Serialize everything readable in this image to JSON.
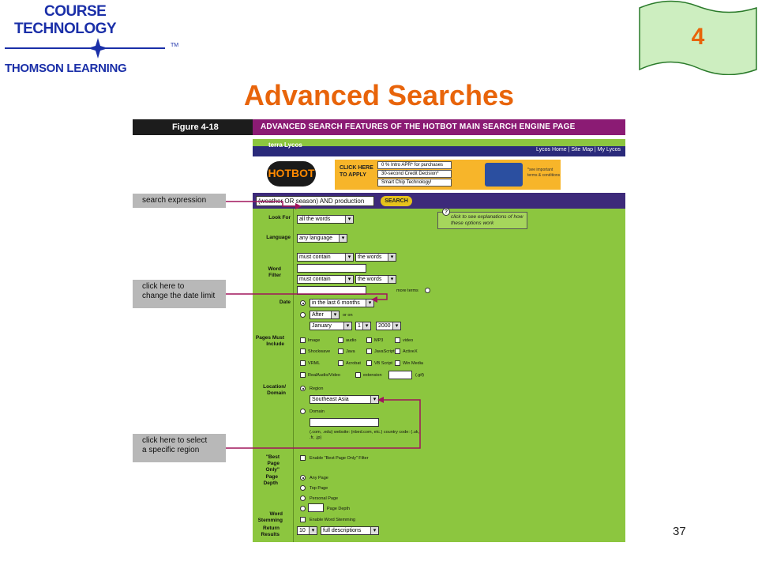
{
  "logo": {
    "line1": "COURSE",
    "line2": "TECHNOLOGY",
    "tm": "TM",
    "line3": "THOMSON LEARNING"
  },
  "chapter": "4",
  "slide_title": "Advanced Searches",
  "slide_number": "37",
  "figure": {
    "label": "Figure 4-18",
    "caption": "ADVANCED SEARCH  FEATURES OF THE HOTBOT MAIN SEARCH ENGINE PAGE"
  },
  "site": {
    "terra": "terra Lycos",
    "nav": "Lycos Home | Site Map | My Lycos",
    "hotbot": "HOTBOT",
    "ad": {
      "apply": "CLICK HERE\nTO APPLY",
      "options": [
        "0 % Intro APR* for purchases",
        "30-second Credit Decision*",
        "Smart Chip Technology!"
      ],
      "note": "*see important terms & conditions"
    },
    "search_value": "(weather OR season) AND production",
    "search_button": "SEARCH",
    "tip": "click to see explanations of how these options work",
    "labels": {
      "look_for": "Look For",
      "language": "Language",
      "word_filter": "Word Filter",
      "date": "Date",
      "pages_must_include": "Pages Must Include",
      "location_domain": "Location/ Domain",
      "best_page_only": "\"Best Page Only\"",
      "page_depth": "Page Depth",
      "word_stemming": "Word Stemming",
      "return_results": "Return Results"
    },
    "look_for_value": "all the words",
    "language_value": "any language",
    "word_filter": {
      "must_contain_1": "must contain",
      "the_words_1": "the words",
      "must_contain_2": "must contain",
      "the_words_2": "the words",
      "more_terms": "more terms"
    },
    "date": {
      "within": "in the last 6 months",
      "after": "After",
      "or_on": "or on",
      "month": "January",
      "day": "1",
      "year": "2000"
    },
    "include": [
      "Image",
      "audio",
      "MP3",
      "video",
      "Shockwave",
      "Java",
      "JavaScript",
      "ActiveX",
      "VRML",
      "Acrobat",
      "VB Script",
      "Win Media",
      "RealAudio/Video",
      "extension",
      "(.gif)"
    ],
    "location": {
      "region": "Region",
      "region_value": "Southeast Asia",
      "domain": "Domain",
      "hint": "(.com, .edu) website: (nbed.com, etc.) country code: (.uk, .fr, .jp)"
    },
    "best_page": "Enable \"Best Page Only\" Filter",
    "depth": [
      "Any Page",
      "Top Page",
      "Personal Page",
      "Page Depth"
    ],
    "stemming": "Enable Word Stemming",
    "results_count": "10",
    "results_desc": "full descriptions"
  },
  "callouts": {
    "search_expression": "search expression",
    "date_limit": "click here to\nchange the date limit",
    "region": "click here to select\na specific region"
  },
  "colors": {
    "accent": "#e8640a",
    "logo_blue": "#1a2fa8",
    "site_green": "#8cc63f",
    "figure_purple": "#8b1b74",
    "callout_gray": "#b8b8b8",
    "arrow": "#a0155c"
  }
}
